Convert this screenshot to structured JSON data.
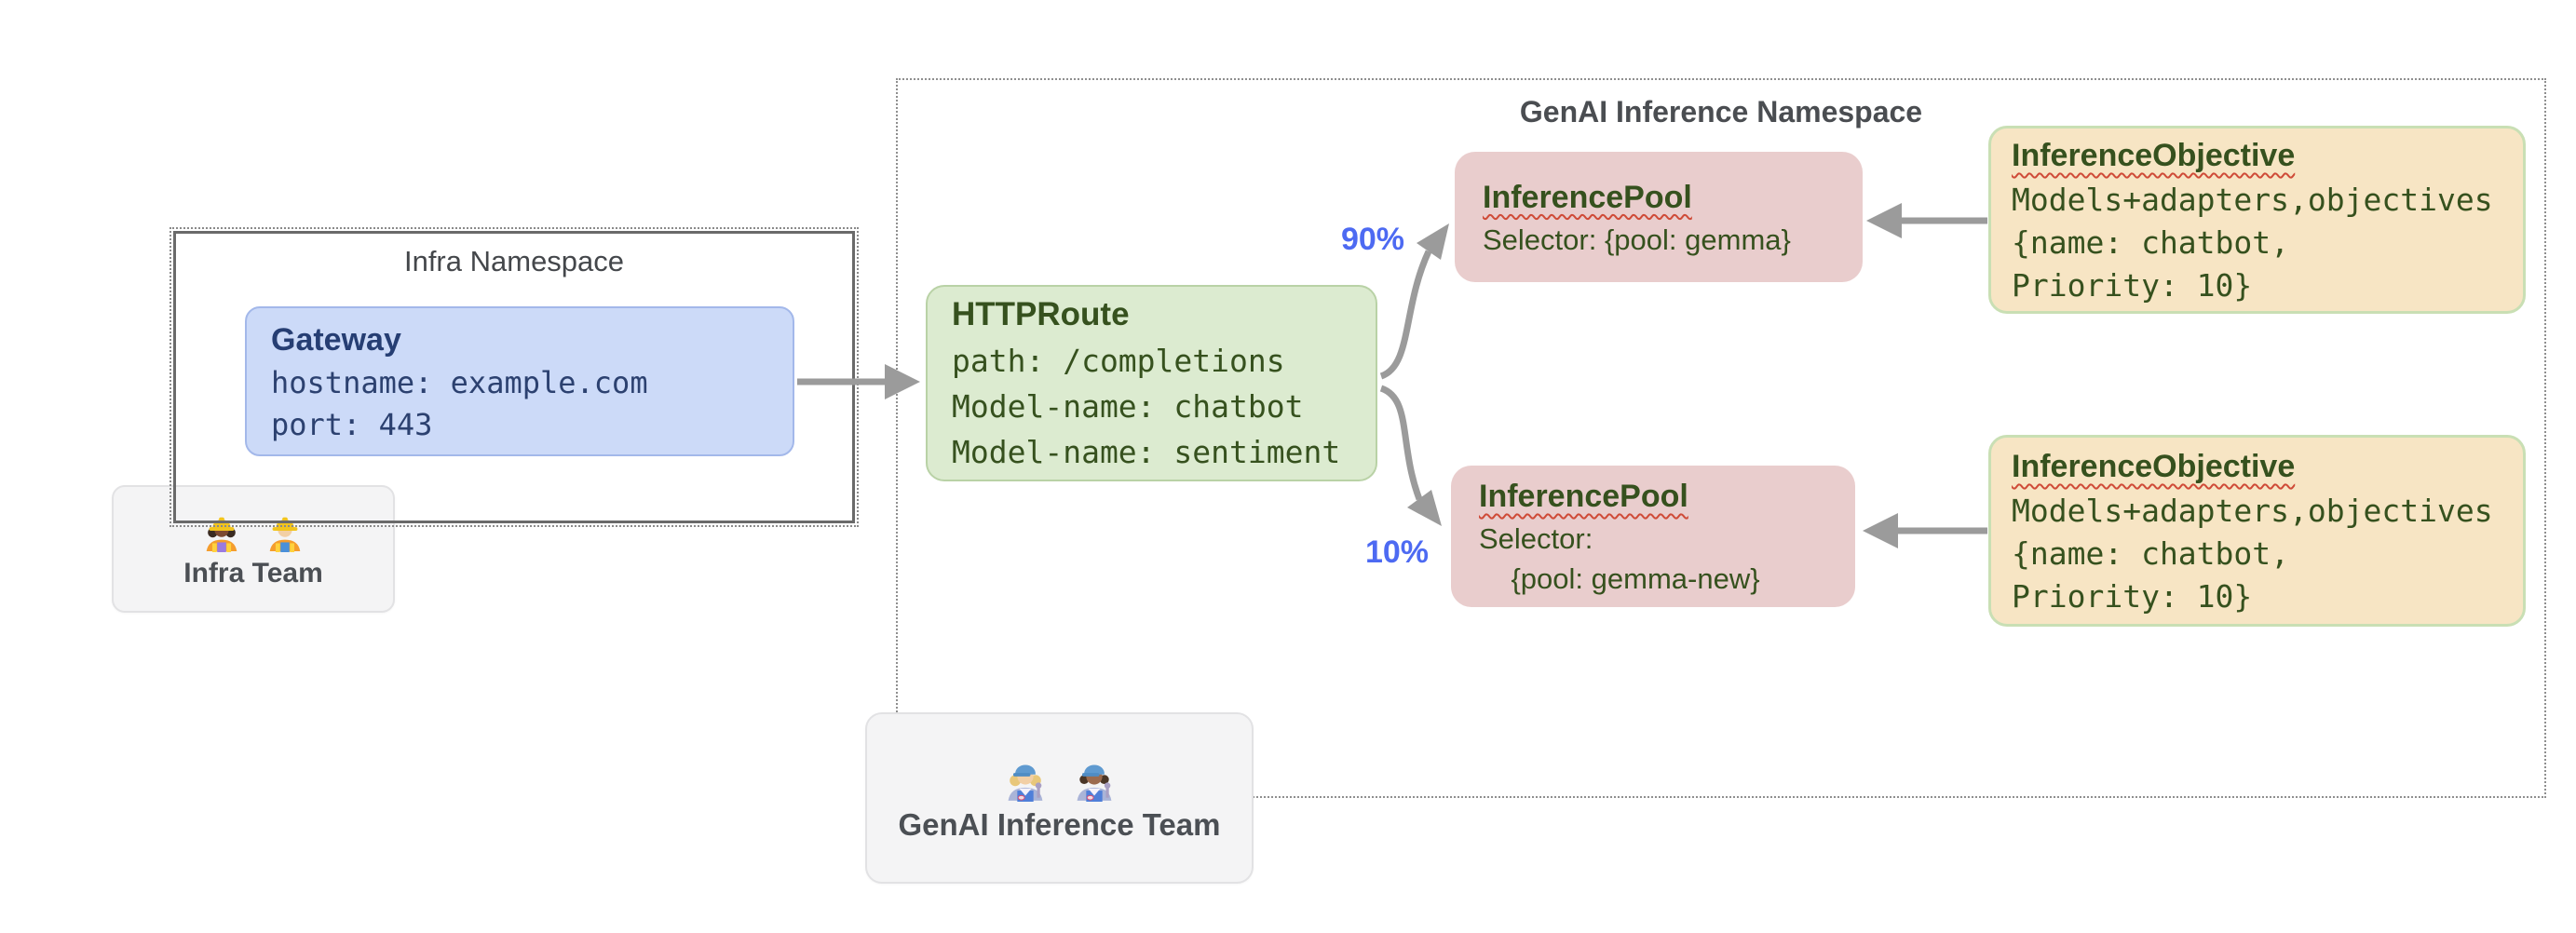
{
  "colors": {
    "arrow": "#9b9b9b",
    "traffic_label": "#4d6af2",
    "green_text": "#36511e",
    "navy_text": "#2c4170",
    "gateway_fill": "#ccdaf8",
    "httproute_fill": "#dcebd0",
    "inference_pool_fill": "#e9cdcd",
    "inference_objective_fill": "#f7e5c4",
    "team_card_fill": "#f4f4f5",
    "spellcheck_squiggle": "#cf4b38"
  },
  "infra_namespace": {
    "title": "Infra Namespace"
  },
  "gateway": {
    "title": "Gateway",
    "lines": [
      "hostname: example.com",
      "port: 443"
    ]
  },
  "infra_team": {
    "label": "Infra Team",
    "icons": [
      "woman-construction-worker-emoji",
      "man-construction-worker-emoji"
    ]
  },
  "genai_namespace": {
    "title": "GenAI Inference Namespace"
  },
  "httproute": {
    "title": "HTTPRoute",
    "lines": [
      "path: /completions",
      "Model-name: chatbot",
      "Model-name: sentiment"
    ]
  },
  "traffic": {
    "top_label": "90%",
    "bottom_label": "10%"
  },
  "pools": [
    {
      "title": "InferencePool",
      "lines": [
        "Selector: {pool: gemma}"
      ]
    },
    {
      "title": "InferencePool",
      "lines": [
        "Selector:",
        "    {pool: gemma-new}"
      ]
    }
  ],
  "objectives": [
    {
      "title": "InferenceObjective",
      "lines": [
        "Models+adapters,objectives",
        "{name: chatbot,",
        "Priority: 10}"
      ]
    },
    {
      "title": "InferenceObjective",
      "lines": [
        "Models+adapters,objectives",
        "{name: chatbot,",
        "Priority: 10}"
      ]
    }
  ],
  "genai_team": {
    "label": "GenAI Inference Team",
    "icons": [
      "woman-mechanic-emoji",
      "man-mechanic-emoji"
    ]
  }
}
